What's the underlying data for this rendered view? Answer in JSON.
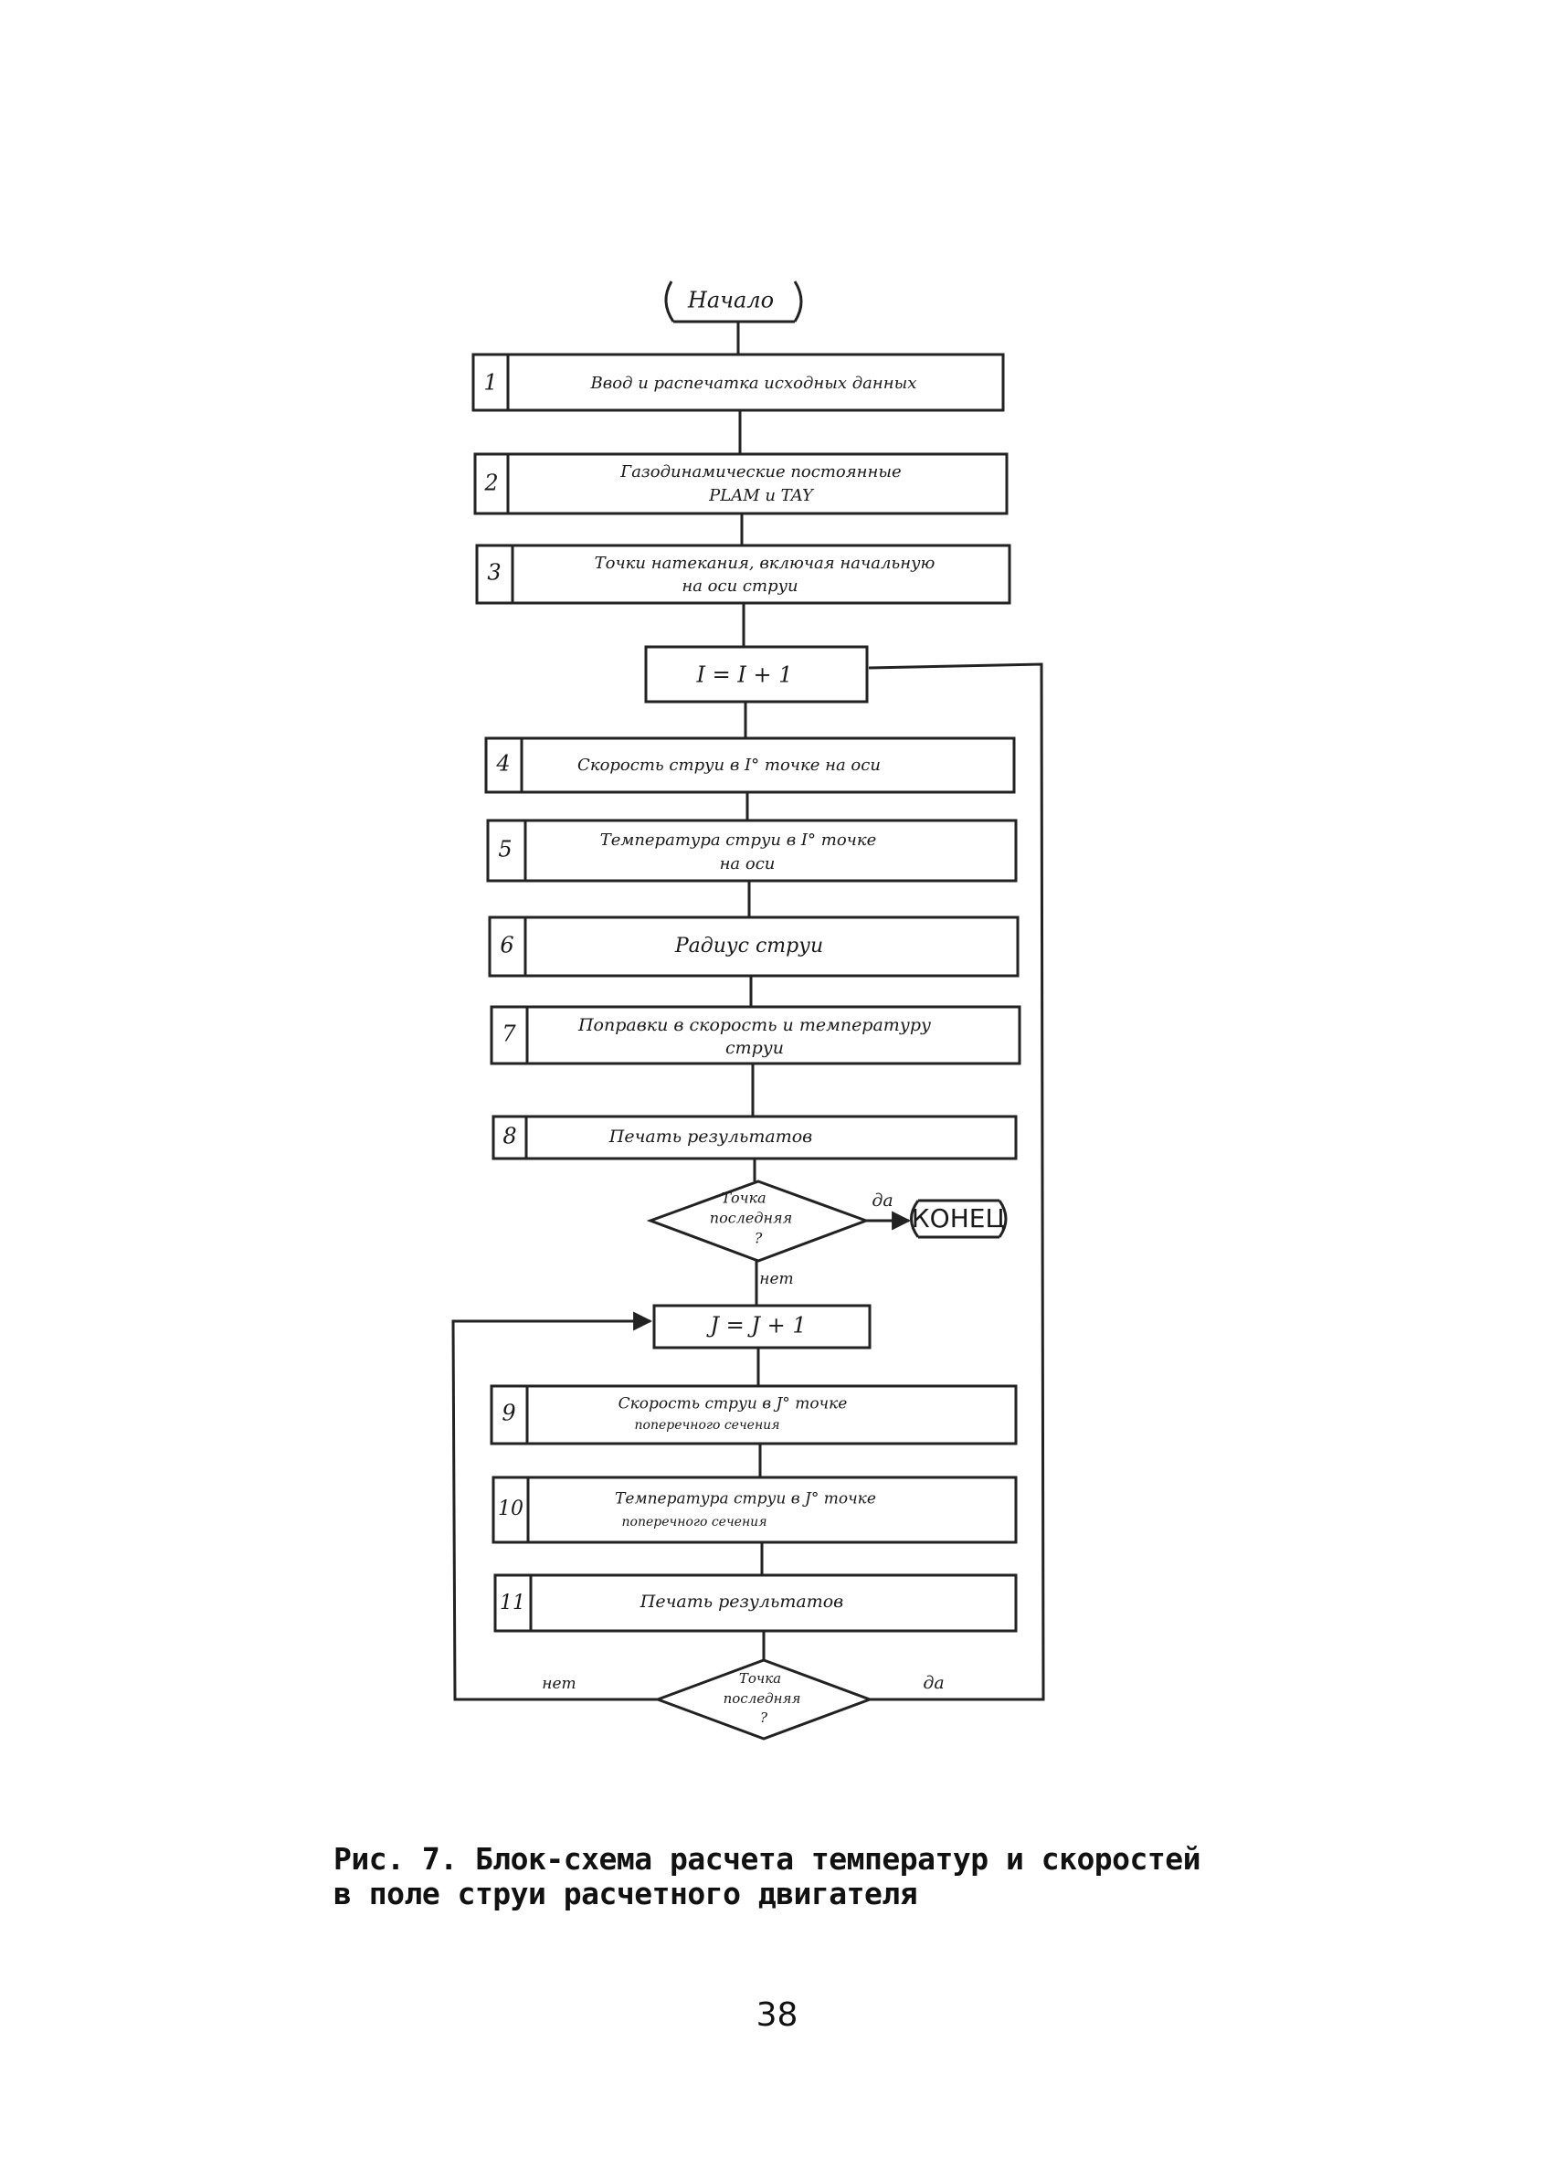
{
  "flowchart": {
    "start": "Начало",
    "end": "КОНЕЦ",
    "blocks": [
      {
        "num": "1",
        "lines": [
          "Ввод и распечатка исходных данных"
        ]
      },
      {
        "num": "2",
        "lines": [
          "Газодинамические постоянные",
          "PLAM и TAY"
        ]
      },
      {
        "num": "3",
        "lines": [
          "Точки натекания, включая начальную",
          "на оси струи"
        ]
      },
      {
        "num": "4",
        "lines": [
          "Скорость струи в I° точке на оси"
        ]
      },
      {
        "num": "5",
        "lines": [
          "Температура струи в I° точке",
          "на оси"
        ]
      },
      {
        "num": "6",
        "lines": [
          "Радиус струи"
        ]
      },
      {
        "num": "7",
        "lines": [
          "Поправки в скорость и температуру",
          "струи"
        ]
      },
      {
        "num": "8",
        "lines": [
          "Печать результатов"
        ]
      },
      {
        "num": "9",
        "lines": [
          "Скорость струи в J° точке",
          "поперечного сечения"
        ]
      },
      {
        "num": "10",
        "lines": [
          "Температура струи в J° точке",
          "поперечного сечения"
        ]
      },
      {
        "num": "11",
        "lines": [
          "Печать результатов"
        ]
      }
    ],
    "loop_i": "I = I + 1",
    "loop_j": "J = J + 1",
    "decision1": [
      "Точка",
      "последняя",
      "?"
    ],
    "decision2": [
      "Точка",
      "последняя",
      "?"
    ],
    "yes": "да",
    "no": "нет"
  },
  "caption": {
    "line1": "Рис. 7. Блок-схема расчета температур и скоростей",
    "line2": "в поле струи расчетного двигателя"
  },
  "page_number": "38"
}
